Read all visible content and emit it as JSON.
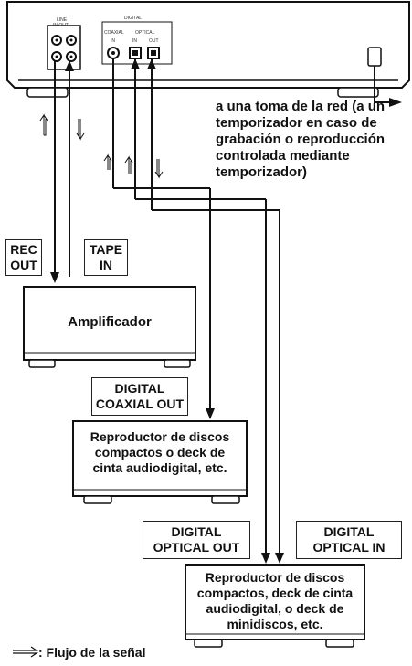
{
  "rear_panel": {
    "line_label": "LINE",
    "line_sub": "IN OUT",
    "digital_label": "DIGITAL",
    "coaxial_label": "COAXIAL",
    "optical_label": "OPTICAL",
    "coaxial_sub": "IN",
    "optical_in_sub": "IN",
    "optical_out_sub": "OUT"
  },
  "mains_note": "a una toma de la red (a un temporizador en caso de grabación o reproducción controlada mediante temporizador)",
  "labels": {
    "rec_out": "REC OUT",
    "tape_in": "TAPE IN",
    "digital_coaxial_out": "DIGITAL COAXIAL OUT",
    "digital_optical_out": "DIGITAL OPTICAL OUT",
    "digital_optical_in": "DIGITAL OPTICAL IN"
  },
  "devices": {
    "amplifier": "Amplificador",
    "player_coaxial": "Reproductor de discos compactos o deck de cinta audiodigital, etc.",
    "player_optical": "Reproductor de discos compactos, deck de cinta audiodigital, o deck de minidiscos, etc."
  },
  "legend": {
    "text": ": Flujo de la señal",
    "icon": "signal-flow-arrow-icon"
  }
}
